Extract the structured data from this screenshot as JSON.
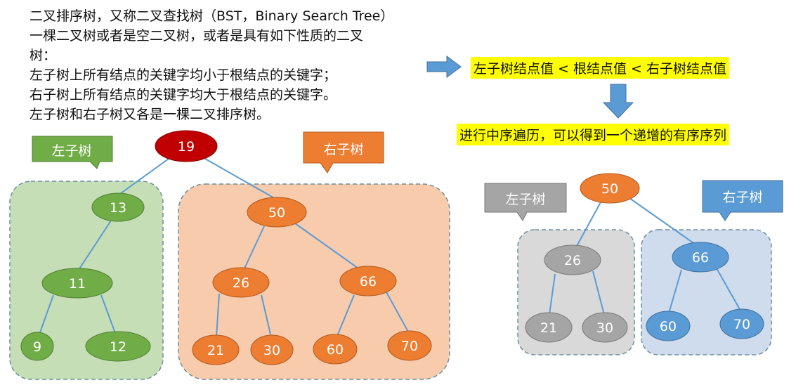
{
  "definition": {
    "lines": [
      "二叉排序树，又称二叉查找树（BST，Binary Search Tree）",
      "一棵二叉树或者是空二叉树，或者是具有如下性质的二叉",
      "树：",
      "左子树上所有结点的关键字均小于根结点的关键字；",
      "右子树上所有结点的关键字均大于根结点的关键字。",
      "左子树和右子树又各是一棵二叉排序树。"
    ]
  },
  "rule": "左子树结点值 < 根结点值 < 右子树结点值",
  "inorder_note": "进行中序遍历，可以得到一个递增的有序序列",
  "left_tree": {
    "left_label": "左子树",
    "right_label": "右子树",
    "root": "19",
    "left_nodes": [
      "13",
      "11",
      "9",
      "12"
    ],
    "right_nodes": [
      "50",
      "26",
      "66",
      "21",
      "30",
      "60",
      "70"
    ]
  },
  "right_tree": {
    "left_label": "左子树",
    "right_label": "右子树",
    "root": "50",
    "left_nodes": [
      "26",
      "21",
      "30"
    ],
    "right_nodes": [
      "66",
      "60",
      "70"
    ]
  },
  "colors": {
    "root_red": "#c00000",
    "green": "#70ad47",
    "orange": "#ed7d31",
    "gray": "#a5a5a5",
    "blue": "#5b9bd5",
    "highlight": "#ffff00"
  }
}
